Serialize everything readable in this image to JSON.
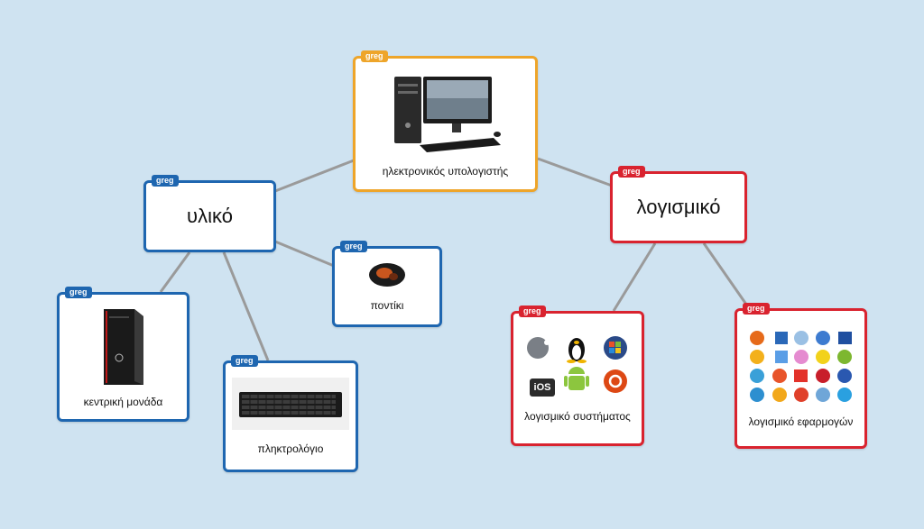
{
  "tag": "greg",
  "nodes": {
    "computer": "ηλεκτρονικός υπολογιστής",
    "hardware": "υλικό",
    "software": "λογισμικό",
    "mouse": "ποντίκι",
    "cpu": "κεντρική μονάδα",
    "keyboard": "πληκτρολόγιο",
    "system_sw": "λογισμικό συστήματος",
    "app_sw": "λογισμικό εφαρμογών",
    "ios_label": "iOS"
  },
  "colors": {
    "blue": "#1e66b0",
    "orange": "#eea52a",
    "red": "#d9232f",
    "edge": "#9a9a9a",
    "background": "#cfe3f1"
  }
}
